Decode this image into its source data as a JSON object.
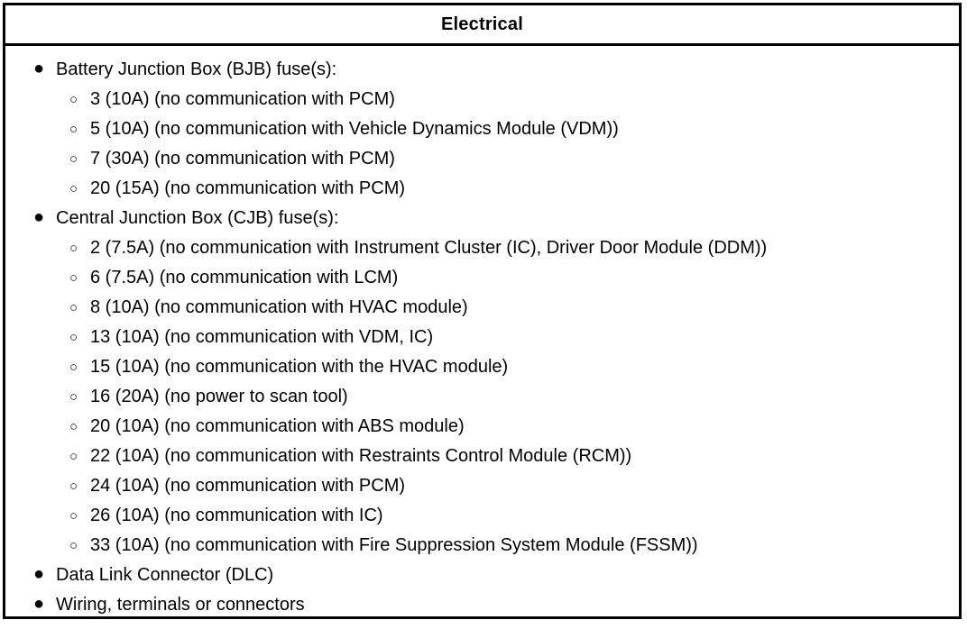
{
  "table": {
    "header": {
      "title": "Electrical"
    },
    "markers": {
      "level_1": "●",
      "level_2": "○"
    },
    "rows": [
      {
        "level": 1,
        "text": "Battery Junction Box (BJB) fuse(s):"
      },
      {
        "level": 2,
        "text": "3 (10A) (no communication with PCM)"
      },
      {
        "level": 2,
        "text": "5 (10A) (no communication with Vehicle Dynamics Module (VDM))"
      },
      {
        "level": 2,
        "text": "7 (30A) (no communication with PCM)"
      },
      {
        "level": 2,
        "text": "20 (15A) (no communication with PCM)"
      },
      {
        "level": 1,
        "text": "Central Junction Box (CJB) fuse(s):"
      },
      {
        "level": 2,
        "text": "2 (7.5A) (no communication with Instrument Cluster (IC), Driver Door Module (DDM))"
      },
      {
        "level": 2,
        "text": "6 (7.5A) (no communication with LCM)"
      },
      {
        "level": 2,
        "text": "8 (10A) (no communication with HVAC module)"
      },
      {
        "level": 2,
        "text": "13 (10A) (no communication with VDM, IC)"
      },
      {
        "level": 2,
        "text": "15 (10A) (no communication with the HVAC module)"
      },
      {
        "level": 2,
        "text": "16 (20A) (no power to scan tool)"
      },
      {
        "level": 2,
        "text": "20 (10A) (no communication with ABS module)"
      },
      {
        "level": 2,
        "text": "22 (10A) (no communication with Restraints Control Module (RCM))"
      },
      {
        "level": 2,
        "text": "24 (10A) (no communication with PCM)"
      },
      {
        "level": 2,
        "text": "26 (10A) (no communication with IC)"
      },
      {
        "level": 2,
        "text": "33 (10A) (no communication with Fire Suppression System Module (FSSM))"
      },
      {
        "level": 1,
        "text": "Data Link Connector (DLC)"
      },
      {
        "level": 1,
        "text": "Wiring, terminals or connectors"
      }
    ]
  },
  "colors": {
    "border": "#000000",
    "text": "#000000",
    "background": "#ffffff"
  }
}
